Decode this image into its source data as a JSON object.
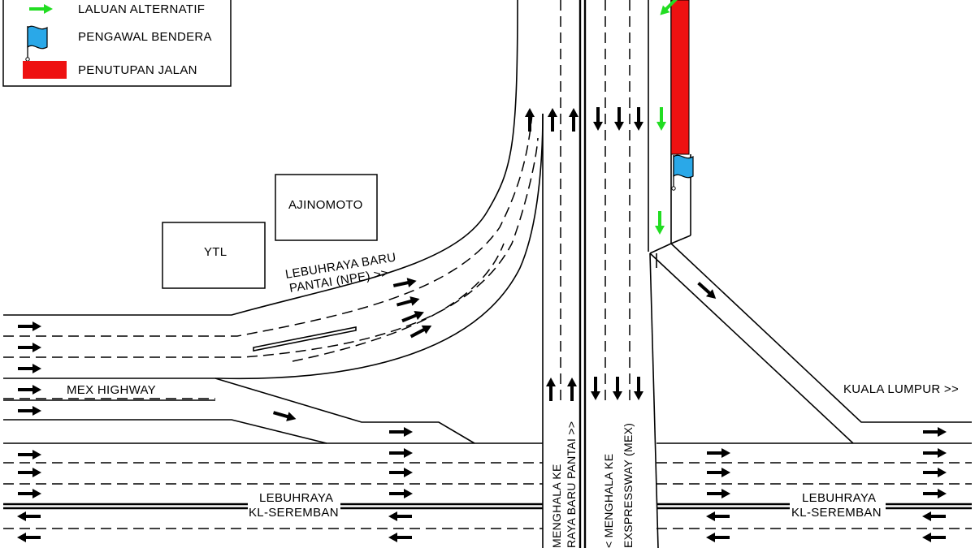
{
  "legend": {
    "items": [
      {
        "label": "LALUAN ALTERNATIF",
        "symbol": "green-arrow",
        "color": "#22dd22"
      },
      {
        "label": "PENGAWAL BENDERA",
        "symbol": "blue-flag",
        "color": "#2aa8e8"
      },
      {
        "label": "PENUTUPAN JALAN",
        "symbol": "red-bar",
        "color": "#ee1111"
      }
    ]
  },
  "buildings": [
    {
      "id": "ajinomoto",
      "label": "AJINOMOTO"
    },
    {
      "id": "ytl",
      "label": "YTL"
    }
  ],
  "roads": {
    "npe": {
      "line1": "LEBUHRAYA BARU",
      "line2": "PANTAI (NPE) >>"
    },
    "mex_highway": "MEX HIGHWAY",
    "kuala_lumpur": "KUALA LUMPUR >>",
    "kl_seremban_left": {
      "line1": "LEBUHRAYA",
      "line2": "KL-SEREMBAN"
    },
    "kl_seremban_right": {
      "line1": "LEBUHRAYA",
      "line2": "KL-SEREMBAN"
    },
    "vertical_left": {
      "line1": "MENGHALA KE",
      "line2": "RAYA BARU PANTAI >>"
    },
    "vertical_right": {
      "line1": "< MENGHALA KE",
      "line2": "EXSPRESSWAY (MEX)"
    }
  },
  "colors": {
    "alternative_route": "#22dd22",
    "flag": "#2aa8e8",
    "closure": "#ee1111",
    "traffic_arrow": "#000000"
  }
}
